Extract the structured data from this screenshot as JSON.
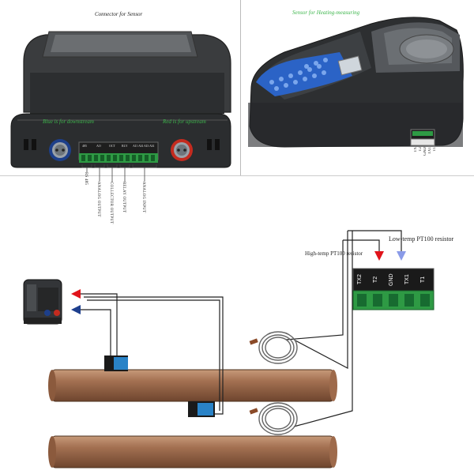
{
  "top_left": {
    "title": "Connector for Sensor",
    "label_blue": "Blue is for downstream",
    "label_red": "Red is for upstream",
    "terminal_groups": [
      "485",
      "AO",
      "OCT",
      "RLY",
      "AI1 AI4 AI3 AI4"
    ],
    "vertical_labels": [
      "RS 485",
      "ANALOG OUTPUT",
      "COLLECTOR OUTPUT",
      "RELAY OUTPUT",
      "ANALOG INPUT"
    ]
  },
  "top_right": {
    "title": "Sensor for Heating-measuring",
    "pins": [
      "TX",
      "T2",
      "GND",
      "TX1",
      "T1"
    ]
  },
  "bottom": {
    "low_temp_label": "Low-temp PT100 resistor",
    "high_temp_label": "High-temp PT100 resistor",
    "terminal_labels": [
      "TX2",
      "T2",
      "GND",
      "TX1",
      "T1"
    ]
  }
}
